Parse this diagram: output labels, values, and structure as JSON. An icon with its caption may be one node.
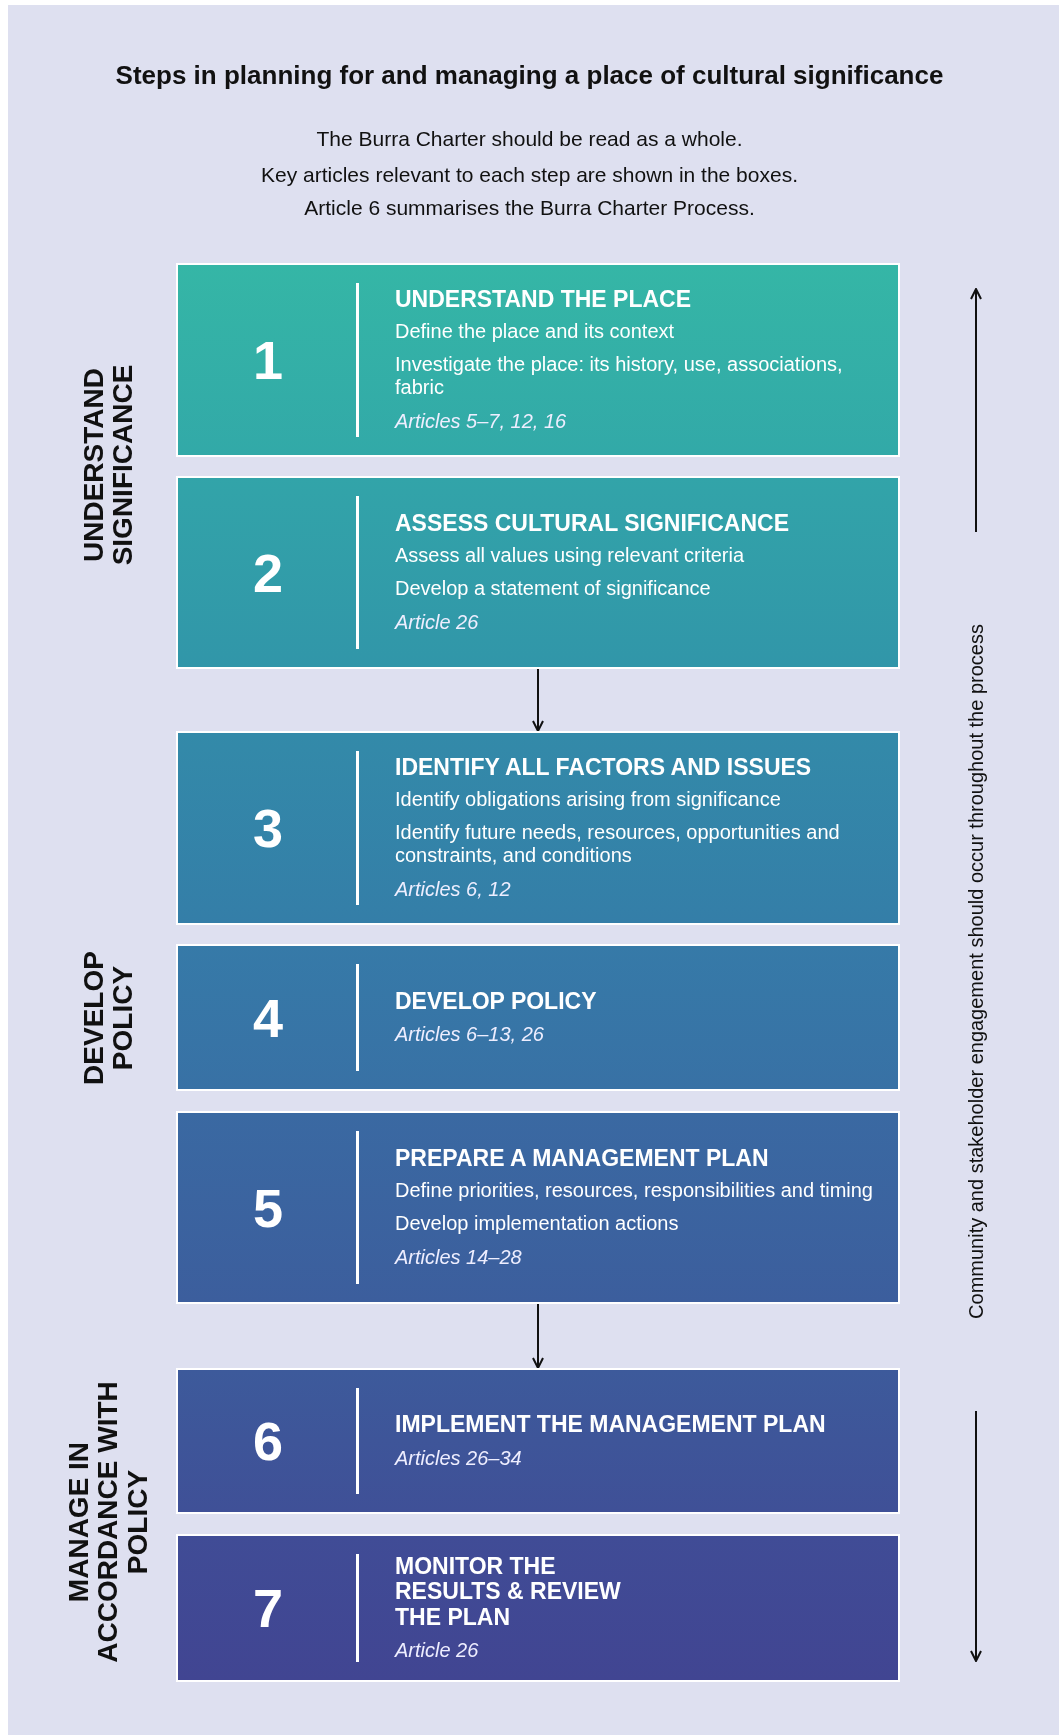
{
  "diagram": {
    "title": "Steps in planning for and managing a place of cultural significance",
    "nodes": [
      {
        "text": [
          "1",
          "UNDERSTAND THE PLACE",
          "Define the place and its context",
          "Investigate the place: its history, use, associations, fabric",
          "Articles 5–7, 12, 16"
        ]
      },
      {
        "text": [
          "2",
          "ASSESS CULTURAL SIGNIFICANCE",
          "Assess all values using relevant criteria",
          "Develop a statement of significance",
          "Article 26"
        ]
      },
      {
        "text": [
          "3",
          "IDENTIFY ALL FACTORS AND ISSUES",
          "Identify obligations arising from significance",
          "Identify future needs, resources, opportunities and constraints, and conditions",
          "Articles 6, 12"
        ]
      },
      {
        "text": [
          "4",
          "DEVELOP POLICY",
          "Articles 6–13, 26"
        ]
      },
      {
        "text": [
          "5",
          "PREPARE A MANAGEMENT PLAN",
          "Define priorities, resources, responsibilities and timing",
          "Develop implementation actions",
          "Articles 14–28"
        ]
      },
      {
        "text": [
          "6",
          "IMPLEMENT THE MANAGEMENT PLAN",
          "Articles 26–34"
        ]
      },
      {
        "text": [
          "7",
          "MONITOR THE RESULTS & REVIEW THE PLAN",
          "Article 26"
        ]
      }
    ],
    "edges": [
      {
        "from": 1,
        "to": 2,
        "arrow": "to"
      },
      {
        "from": 4,
        "to": 5,
        "arrow": "to"
      }
    ],
    "labels": [
      "The Burra Charter should be read as a whole.",
      "Key articles relevant to each step are shown in the boxes.",
      "Article 6 summarises the Burra Charter Process.",
      "UNDERSTAND SIGNIFICANCE",
      "DEVELOP POLICY",
      "MANAGE IN ACCORDANCE WITH POLICY",
      "Community and stakeholder engagement should occur throughout the process"
    ]
  }
}
